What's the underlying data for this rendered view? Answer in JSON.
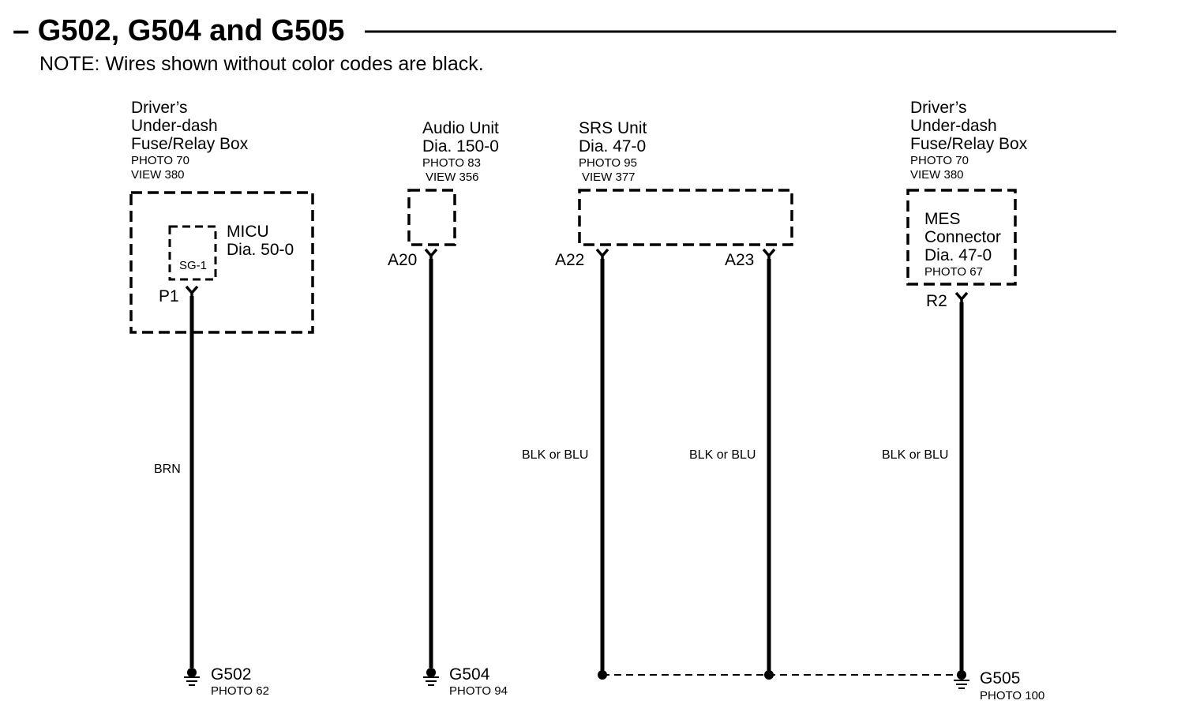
{
  "title": "– G502, G504 and G505",
  "note": "NOTE: Wires shown without color codes are black.",
  "components": {
    "fuse_left": {
      "lines": [
        "Driver’s",
        "Under-dash",
        "Fuse/Relay Box"
      ],
      "photo": "PHOTO 70",
      "view": "VIEW 380",
      "sub_lines": [
        "MICU",
        "Dia. 50-0"
      ],
      "sub_pin": "SG-1",
      "pin": "P1"
    },
    "audio": {
      "lines": [
        "Audio Unit",
        "Dia. 150-0"
      ],
      "photo": "PHOTO 83",
      "view": "VIEW 356",
      "pin": "A20"
    },
    "srs": {
      "lines": [
        "SRS Unit",
        "Dia. 47-0"
      ],
      "photo": "PHOTO 95",
      "view": "VIEW 377",
      "pin_left": "A22",
      "pin_right": "A23"
    },
    "fuse_right": {
      "lines": [
        "Driver’s",
        "Under-dash",
        "Fuse/Relay Box"
      ],
      "photo": "PHOTO 70",
      "view": "VIEW 380",
      "inner_lines": [
        "MES",
        "Connector",
        "Dia. 47-0"
      ],
      "inner_photo": "PHOTO 67",
      "pin": "R2"
    }
  },
  "wires": {
    "p1": "BRN",
    "a22": "BLK or BLU",
    "a23": "BLK or BLU",
    "r2": "BLK or BLU"
  },
  "grounds": {
    "g502": {
      "name": "G502",
      "photo": "PHOTO 62"
    },
    "g504": {
      "name": "G504",
      "photo": "PHOTO 94"
    },
    "g505": {
      "name": "G505",
      "photo": "PHOTO 100"
    }
  }
}
